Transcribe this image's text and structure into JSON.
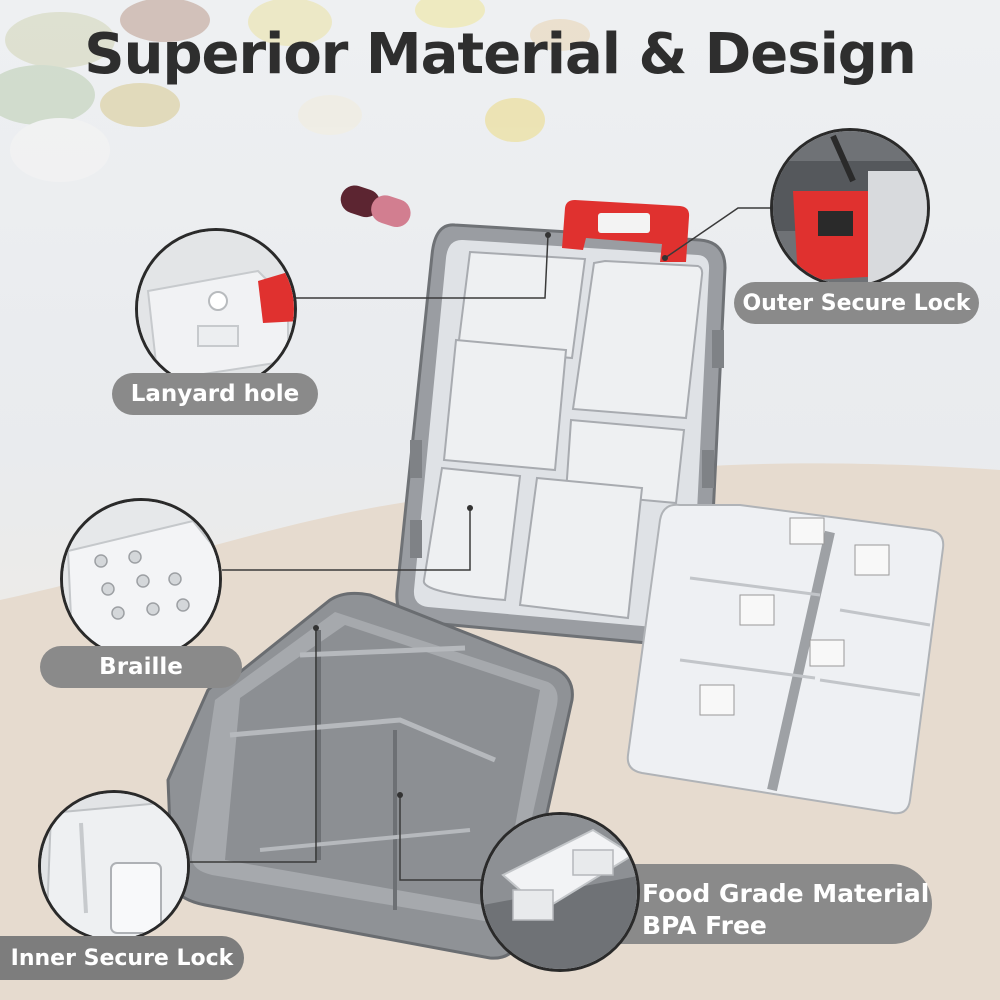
{
  "title": "Superior Material & Design",
  "labels": {
    "lanyard_hole": "Lanyard hole",
    "outer_secure_lock": "Outer Secure Lock",
    "braille": "Braille",
    "inner_secure_lock": "Inner Secure Lock",
    "food_grade_line1": "Food Grade Material",
    "food_grade_line2": "BPA Free"
  },
  "colors": {
    "title": "#2e2e2e",
    "label_pill": "#8a8a8a",
    "lock_red": "#e0312f",
    "case_grey": "#8c8f93",
    "background": "#eef0f2",
    "beige": "#e6dbcf"
  }
}
